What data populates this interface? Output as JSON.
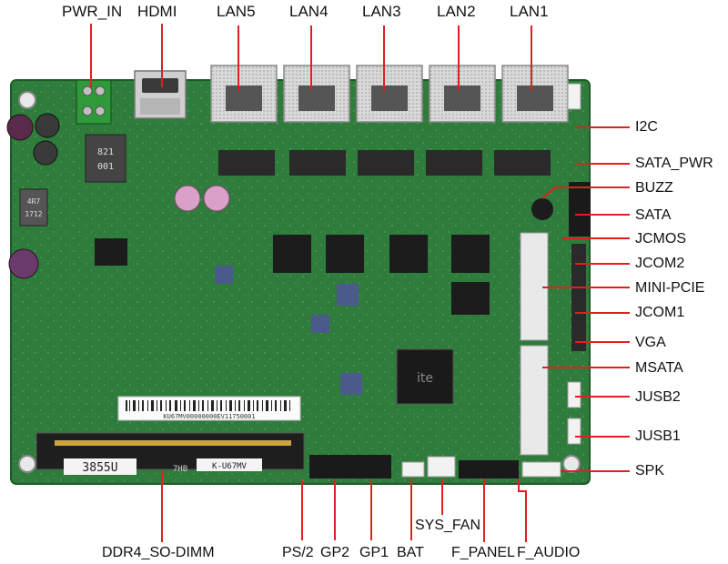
{
  "top_labels": [
    "PWR_IN",
    "HDMI",
    "LAN5",
    "LAN4",
    "LAN3",
    "LAN2",
    "LAN1"
  ],
  "right_labels": [
    "I2C",
    "SATA_PWR",
    "BUZZ",
    "SATA",
    "JCMOS",
    "JCOM2",
    "MINI-PCIE",
    "JCOM1",
    "VGA",
    "MSATA",
    "JUSB2",
    "JUSB1",
    "SPK"
  ],
  "bottom_labels": {
    "ddr4": "DDR4_SO-DIMM",
    "ps2": "PS/2",
    "gp2": "GP2",
    "gp1": "GP1",
    "bat": "BAT",
    "sys_fan": "SYS_FAN",
    "f_panel": "F_PANEL",
    "f_audio": "F_AUDIO"
  },
  "board_text": {
    "label_3855u": "3855U",
    "label_model": "K-U67MV",
    "barcode_text": "KU67MV00000000EV11750001",
    "inductor_821": "821",
    "inductor_001": "001",
    "inductor_4r7": "4R7",
    "inductor_1712": "1712",
    "chip_ite": "ite",
    "label_7hb": "7HB"
  },
  "colors": {
    "pcb": "#2d7a3a",
    "pcb_dark": "#1c5a26",
    "leader_line": "#e02020",
    "label_text": "#111111",
    "port_metal": "#c8c8c8"
  }
}
